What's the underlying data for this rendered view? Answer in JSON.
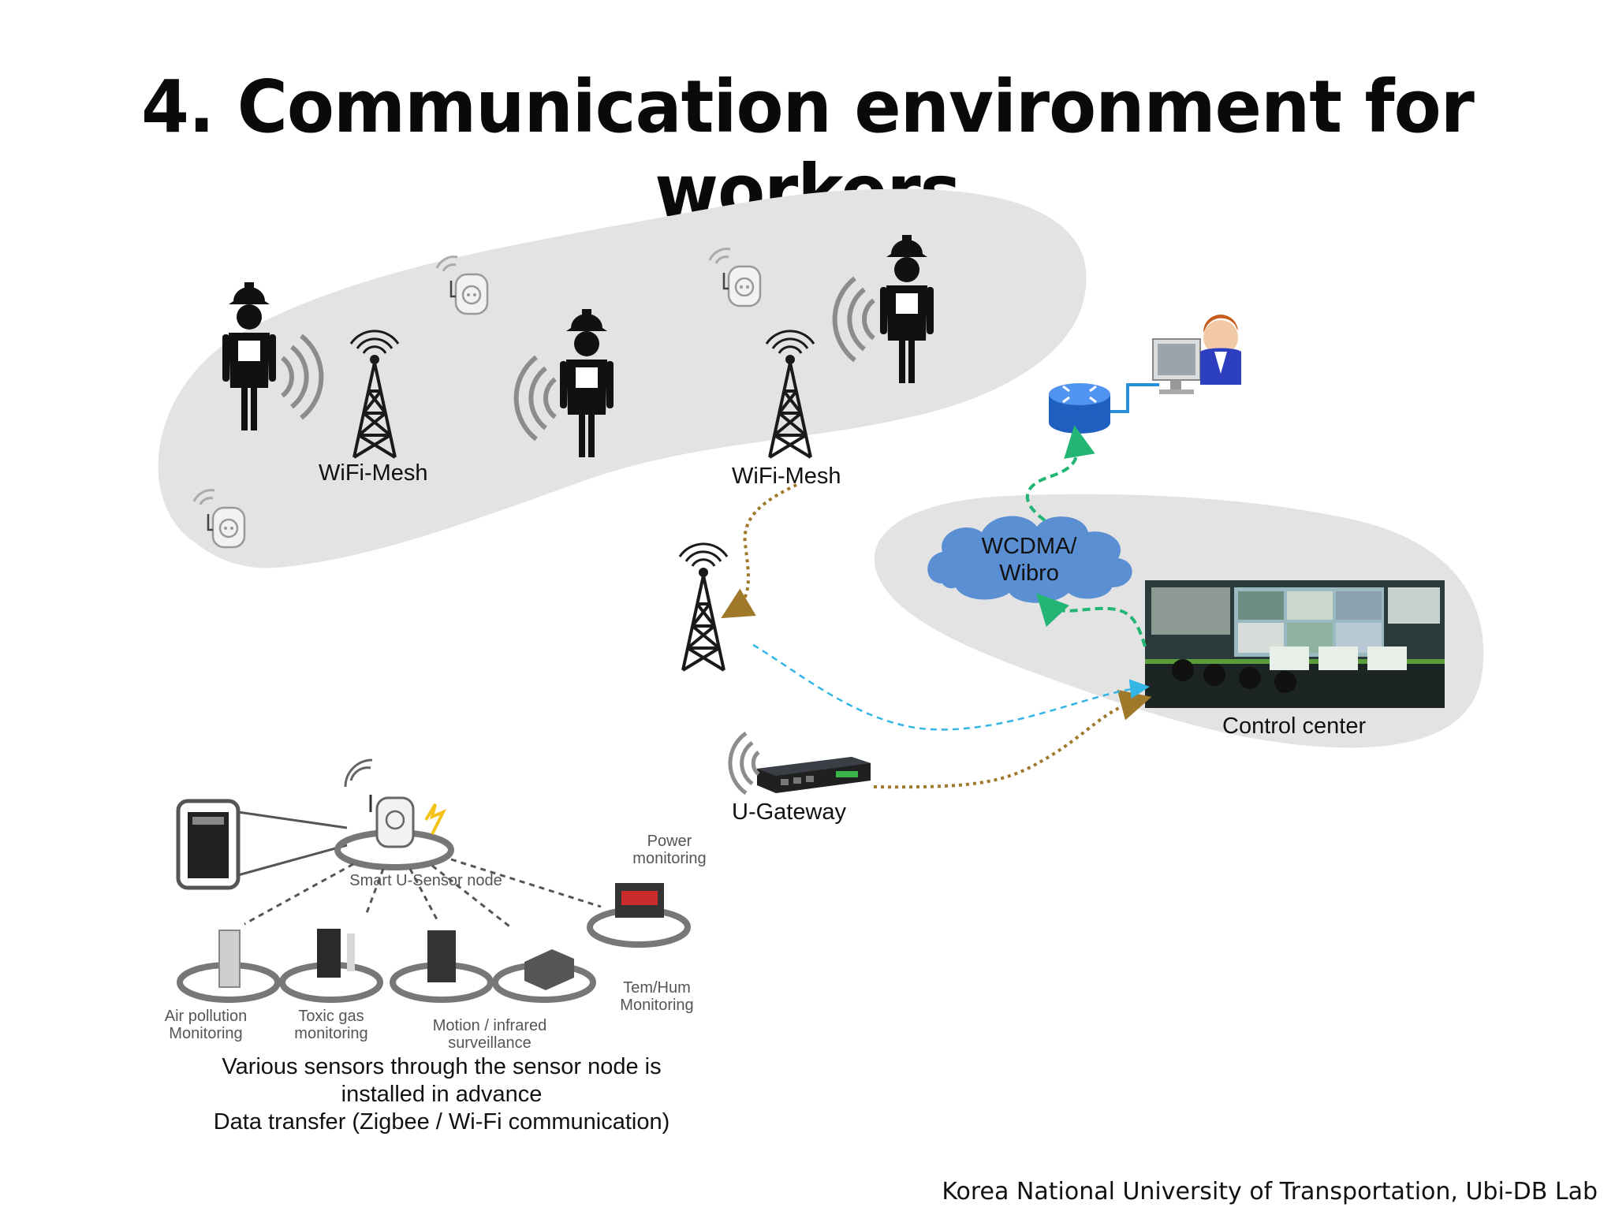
{
  "title": "4. Communication environment for workers",
  "labels": {
    "wifi_mesh_1": "WiFi-Mesh",
    "wifi_mesh_2": "WiFi-Mesh",
    "wcdma_line1": "WCDMA/",
    "wcdma_line2": "Wibro",
    "control_center": "Control center",
    "u_gateway": "U-Gateway",
    "smart_node": "Smart U-Sensor node",
    "power_line1": "Power",
    "power_line2": "monitoring",
    "air_line1": "Air pollution",
    "air_line2": "Monitoring",
    "toxic_line1": "Toxic gas",
    "toxic_line2": "monitoring",
    "motion_line1": "Motion / infrared",
    "motion_line2": "surveillance",
    "temhum_line1": "Tem/Hum",
    "temhum_line2": "Monitoring"
  },
  "caption": {
    "line1": "Various sensors through the sensor node is",
    "line2": "installed in advance",
    "line3": "Data transfer (Zigbee / Wi-Fi communication)"
  },
  "footer": "Korea  National University of Transportation, Ubi-DB  Lab",
  "colors": {
    "region": "#e3e3e3",
    "brown_link": "#a0782a",
    "green_link": "#22b573",
    "cyan_link": "#33b5e5",
    "router_blue": "#2f78e0",
    "cloud_blue": "#5b8fd3"
  }
}
